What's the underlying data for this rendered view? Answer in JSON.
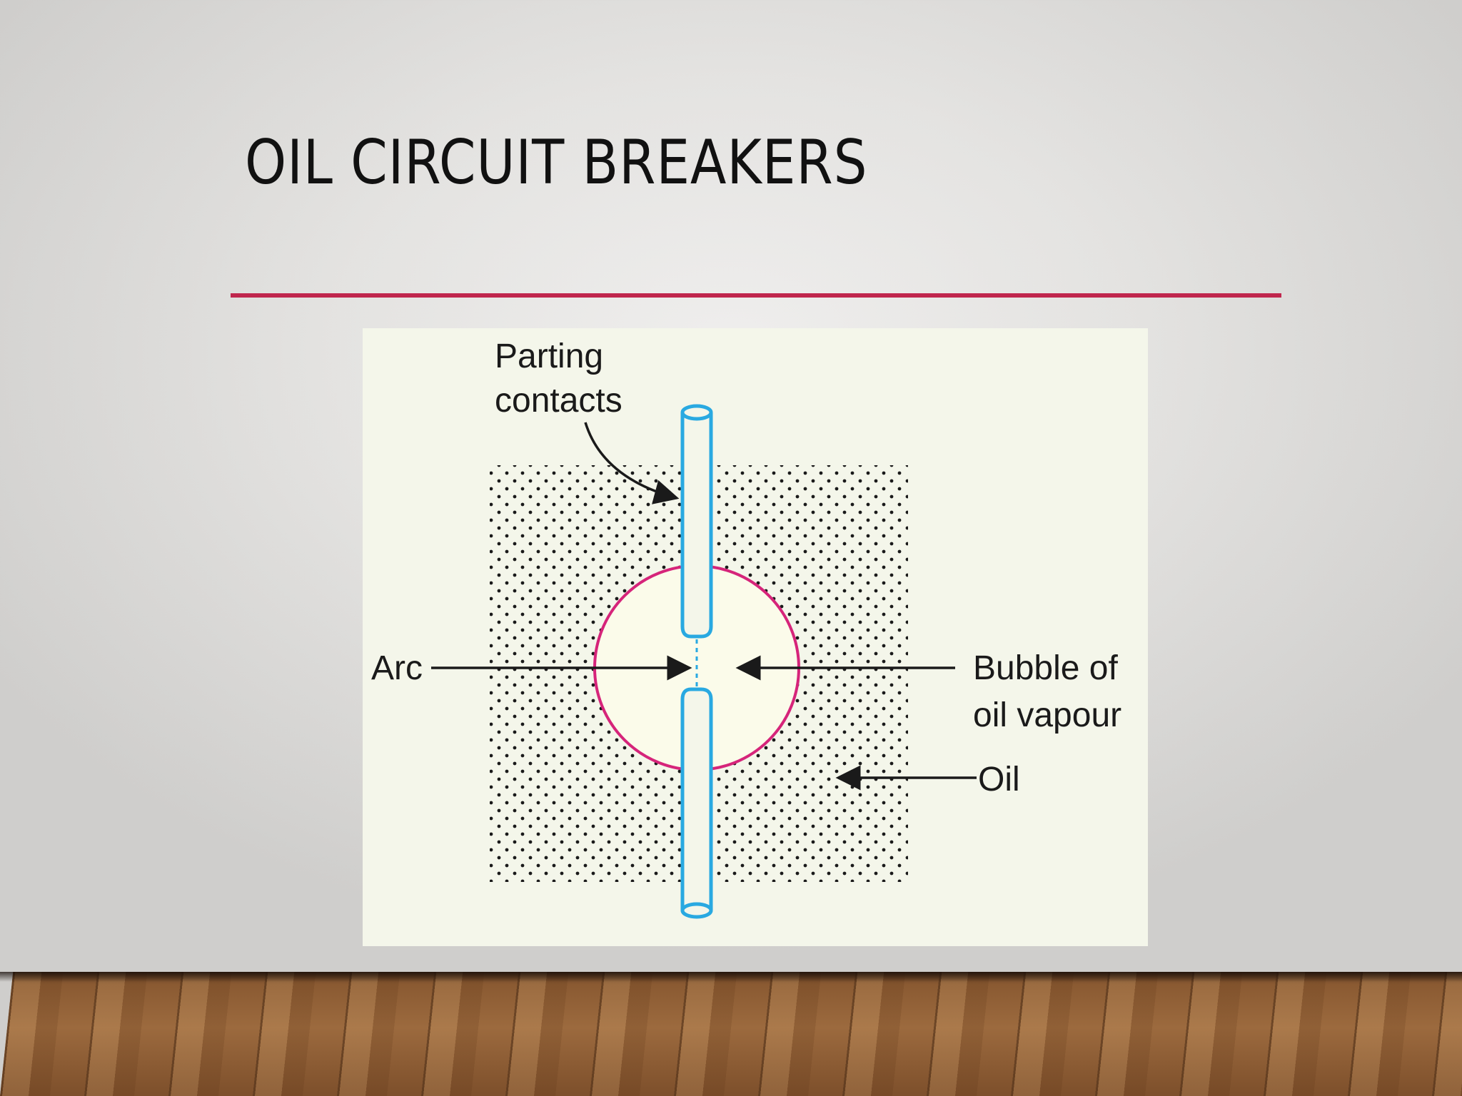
{
  "slide": {
    "title": "OIL CIRCUIT BREAKERS",
    "accent_color": "#c0264d"
  },
  "diagram": {
    "labels": {
      "parting_line1": "Parting",
      "parting_line2": "contacts",
      "arc": "Arc",
      "bubble_line1": "Bubble of",
      "bubble_line2": "oil vapour",
      "oil": "Oil"
    },
    "colors": {
      "contacts": "#29a9e1",
      "bubble_outline": "#d6247a",
      "bubble_fill": "#fbfbea",
      "oil_dots": "#1a1a1a",
      "background": "#f4f6ea"
    }
  }
}
